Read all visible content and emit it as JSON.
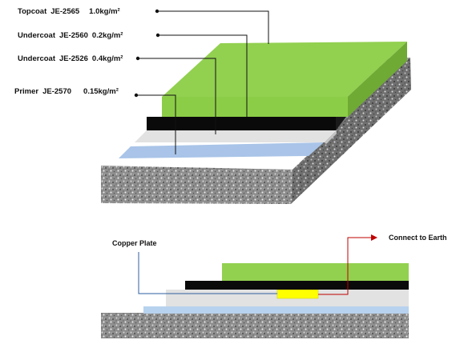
{
  "layers": [
    {
      "name": "Topcoat",
      "code": "JE-2565",
      "rate": "1.0kg/m²"
    },
    {
      "name": "Undercoat",
      "code": "JE-2560",
      "rate": "0.2kg/m²"
    },
    {
      "name": "Undercoat",
      "code": "JE-2526",
      "rate": "0.4kg/m²"
    },
    {
      "name": "Primer",
      "code": "JE-2570",
      "rate": "0.15kg/m²"
    }
  ],
  "section": {
    "copper_label": "Copper Plate",
    "earth_label": "Connect to Earth"
  },
  "colors": {
    "topcoat": "#92d050",
    "undercoat_black": "#0a0a0a",
    "undercoat_grey": "#e2e2e2",
    "primer": "#a9c4e8",
    "concrete": "#9a9a9a",
    "copper_plate": "#ffff00",
    "earth_line": "#c00000",
    "copper_line": "#2e5fa0"
  }
}
